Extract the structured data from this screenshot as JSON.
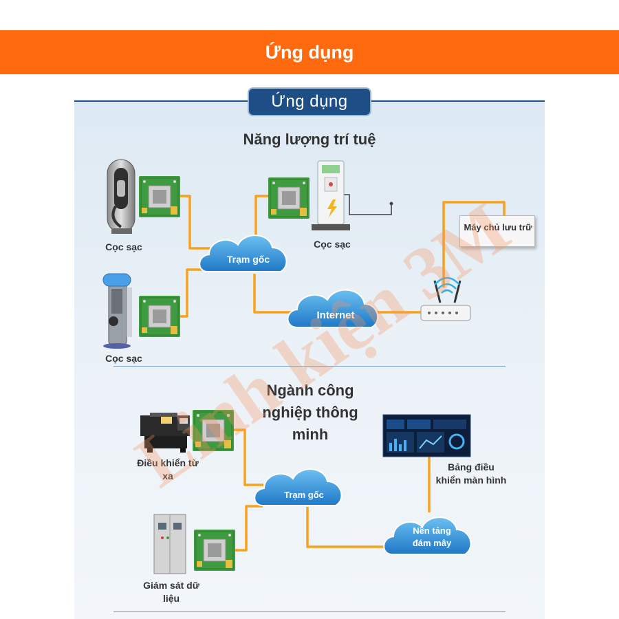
{
  "banner": {
    "title": "Ứng dụng"
  },
  "tab": {
    "label": "Ứng dụng"
  },
  "section1": {
    "title": "Năng lượng trí tuệ",
    "charger_left_top": "Cọc sạc",
    "charger_left_bottom": "Cọc sạc",
    "charger_right": "Cọc sạc",
    "base_station": "Trạm gốc",
    "internet": "Internet",
    "server": "Máy chủ lưu trữ"
  },
  "section2": {
    "title_lines": [
      "Ngành công",
      "nghiệp thông",
      "minh"
    ],
    "remote_control": [
      "Điều khiển từ",
      "xa"
    ],
    "data_monitor": [
      "Giám sát dữ",
      "liệu"
    ],
    "base_station": "Trạm gốc",
    "cloud_platform": [
      "Nền tảng",
      "đám mây"
    ],
    "dashboard": [
      "Bảng điều",
      "khiển màn hình"
    ]
  },
  "watermark": "Linh kiện 3M",
  "colors": {
    "banner": "#ff6a0f",
    "link": "#f7a21c",
    "tab": "#1d4f86",
    "cloud": "#2f8fd6"
  }
}
